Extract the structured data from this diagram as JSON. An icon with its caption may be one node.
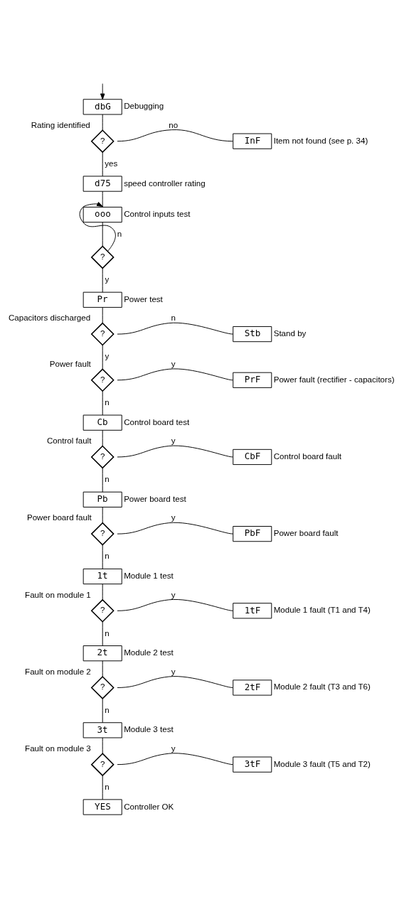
{
  "diagram": {
    "nodes": [
      {
        "text": [
          "dbG"
        ],
        "beside": [
          "Debugging"
        ]
      },
      {
        "text": [
          "?"
        ],
        "beside": [
          "Rating identified"
        ]
      },
      {
        "text": [
          "InF"
        ],
        "beside": [
          "Item not found (see p. 34)"
        ]
      },
      {
        "text": [
          "d75"
        ],
        "beside": [
          "speed controller rating"
        ]
      },
      {
        "text": [
          "ooo"
        ],
        "beside": [
          "Control inputs test"
        ]
      },
      {
        "text": [
          "?"
        ]
      },
      {
        "text": [
          "Pr"
        ],
        "beside": [
          "Power test"
        ]
      },
      {
        "text": [
          "?"
        ],
        "beside": [
          "Capacitors discharged"
        ]
      },
      {
        "text": [
          "Stb"
        ],
        "beside": [
          "Stand by"
        ]
      },
      {
        "text": [
          "?"
        ],
        "beside": [
          "Power fault"
        ]
      },
      {
        "text": [
          "PrF"
        ],
        "beside": [
          "Power fault (rectifier - capacitors)"
        ]
      },
      {
        "text": [
          "Cb"
        ],
        "beside": [
          "Control board test"
        ]
      },
      {
        "text": [
          "?"
        ],
        "beside": [
          "Control fault"
        ]
      },
      {
        "text": [
          "CbF"
        ],
        "beside": [
          "Control board fault"
        ]
      },
      {
        "text": [
          "Pb"
        ],
        "beside": [
          "Power board test"
        ]
      },
      {
        "text": [
          "?"
        ],
        "beside": [
          "Power board fault"
        ]
      },
      {
        "text": [
          "PbF"
        ],
        "beside": [
          "Power board fault"
        ]
      },
      {
        "text": [
          "1t"
        ],
        "beside": [
          "Module 1 test"
        ]
      },
      {
        "text": [
          "?"
        ],
        "beside": [
          "Fault on module 1"
        ]
      },
      {
        "text": [
          "1tF"
        ],
        "beside": [
          "Module 1 fault (T1 and T4)"
        ]
      },
      {
        "text": [
          "2t"
        ],
        "beside": [
          "Module 2 test"
        ]
      },
      {
        "text": [
          "?"
        ],
        "beside": [
          "Fault on module 2"
        ]
      },
      {
        "text": [
          "2tF"
        ],
        "beside": [
          "Module 2 fault (T3 and T6)"
        ]
      },
      {
        "text": [
          "3t"
        ],
        "beside": [
          "Module 3 test"
        ]
      },
      {
        "text": [
          "?"
        ],
        "beside": [
          "Fault on module 3"
        ]
      },
      {
        "text": [
          "3tF"
        ],
        "beside": [
          "Module 3 fault (T5 and T2)"
        ]
      },
      {
        "text": [
          "YES"
        ],
        "beside": [
          "Controller OK"
        ]
      }
    ],
    "edges": [
      {
        "from": null,
        "to": 0,
        "arrow": "to"
      },
      {
        "from": 0,
        "to": 1,
        "arrow": "none"
      },
      {
        "from": 1,
        "to": 2,
        "arrow": "none",
        "label": "no"
      },
      {
        "from": 1,
        "to": 3,
        "arrow": "none",
        "label": "yes"
      },
      {
        "from": 3,
        "to": 4,
        "arrow": "none"
      },
      {
        "from": 4,
        "to": 5,
        "arrow": "none"
      },
      {
        "from": 5,
        "to": 4,
        "arrow": "to",
        "label": "n"
      },
      {
        "from": 5,
        "to": 6,
        "arrow": "none",
        "label": "y"
      },
      {
        "from": 6,
        "to": 7,
        "arrow": "none"
      },
      {
        "from": 7,
        "to": 8,
        "arrow": "none",
        "label": "n"
      },
      {
        "from": 7,
        "to": 9,
        "arrow": "none",
        "label": "y"
      },
      {
        "from": 9,
        "to": 10,
        "arrow": "none",
        "label": "y"
      },
      {
        "from": 9,
        "to": 11,
        "arrow": "none",
        "label": "n"
      },
      {
        "from": 11,
        "to": 12,
        "arrow": "none"
      },
      {
        "from": 12,
        "to": 13,
        "arrow": "none",
        "label": "y"
      },
      {
        "from": 12,
        "to": 14,
        "arrow": "none",
        "label": "n"
      },
      {
        "from": 14,
        "to": 15,
        "arrow": "none"
      },
      {
        "from": 15,
        "to": 16,
        "arrow": "none",
        "label": "y"
      },
      {
        "from": 15,
        "to": 17,
        "arrow": "none",
        "label": "n"
      },
      {
        "from": 17,
        "to": 18,
        "arrow": "none"
      },
      {
        "from": 18,
        "to": 19,
        "arrow": "none",
        "label": "y"
      },
      {
        "from": 18,
        "to": 20,
        "arrow": "none",
        "label": "n"
      },
      {
        "from": 20,
        "to": 21,
        "arrow": "none"
      },
      {
        "from": 21,
        "to": 22,
        "arrow": "none",
        "label": "y"
      },
      {
        "from": 21,
        "to": 23,
        "arrow": "none",
        "label": "n"
      },
      {
        "from": 23,
        "to": 24,
        "arrow": "none"
      },
      {
        "from": 24,
        "to": 25,
        "arrow": "none",
        "label": "y"
      },
      {
        "from": 24,
        "to": 26,
        "arrow": "none",
        "label": "n"
      }
    ]
  }
}
